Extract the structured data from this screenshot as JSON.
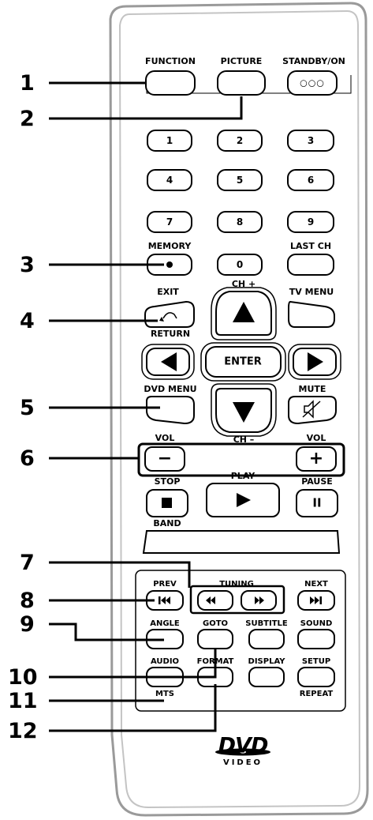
{
  "callouts": [
    "1",
    "2",
    "3",
    "4",
    "5",
    "6",
    "7",
    "8",
    "9",
    "10",
    "11",
    "12"
  ],
  "labels": {
    "function": "FUNCTION",
    "picture": "PICTURE",
    "standby_on": "STANDBY/ON",
    "memory": "MEMORY",
    "last_ch": "LAST CH",
    "exit": "EXIT",
    "ch_plus": "CH +",
    "tv_menu": "TV MENU",
    "return": "RETURN",
    "dvd_menu": "DVD MENU",
    "mute": "MUTE",
    "ch_minus": "CH –",
    "vol_left": "VOL",
    "vol_right": "VOL",
    "stop": "STOP",
    "play": "PLAY",
    "pause": "PAUSE",
    "band": "BAND",
    "prev": "PREV",
    "tuning": "TUNING",
    "next": "NEXT",
    "angle": "ANGLE",
    "goto": "GOTO",
    "subtitle": "SUBTITLE",
    "sound": "SOUND",
    "audio": "AUDIO",
    "format": "FORMAT",
    "display": "DISPLAY",
    "setup": "SETUP",
    "mts": "MTS",
    "repeat": "REPEAT"
  },
  "buttons": {
    "digits": [
      "1",
      "2",
      "3",
      "4",
      "5",
      "6",
      "7",
      "8",
      "9",
      "0"
    ],
    "enter": "ENTER",
    "standby_glyph": "○○○",
    "vol_minus": "−",
    "vol_plus": "+",
    "pause_glyph": "II"
  },
  "logo": {
    "dvd": "DVD",
    "video": "VIDEO"
  }
}
